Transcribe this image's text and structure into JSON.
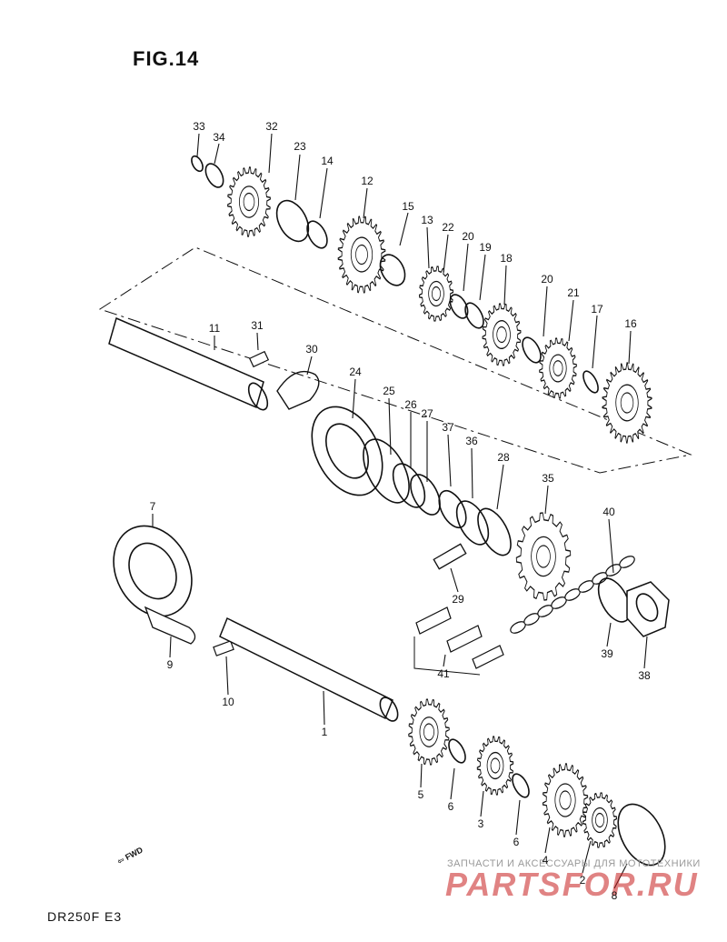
{
  "figure": {
    "title": "FIG.14",
    "model": "DR250F  E3",
    "fwd_badge": "FWD"
  },
  "parts": [
    "1",
    "2",
    "3",
    "4",
    "5",
    "6",
    "6",
    "7",
    "8",
    "9",
    "10",
    "11",
    "12",
    "13",
    "14",
    "15",
    "16",
    "17",
    "18",
    "19",
    "20",
    "20",
    "21",
    "22",
    "23",
    "24",
    "25",
    "26",
    "27",
    "28",
    "29",
    "30",
    "31",
    "32",
    "33",
    "34",
    "35",
    "36",
    "37",
    "38",
    "39",
    "40",
    "41"
  ],
  "watermark": {
    "text": "ЗАПЧАСТИ И АКСЕССУАРЫ ДЛЯ МОТОТЕХНИКИ",
    "logo": "PARTSFOR.RU"
  },
  "colors": {
    "ink": "#111111",
    "watermark_red": "#c81f1f",
    "watermark_gray": "#999999"
  }
}
